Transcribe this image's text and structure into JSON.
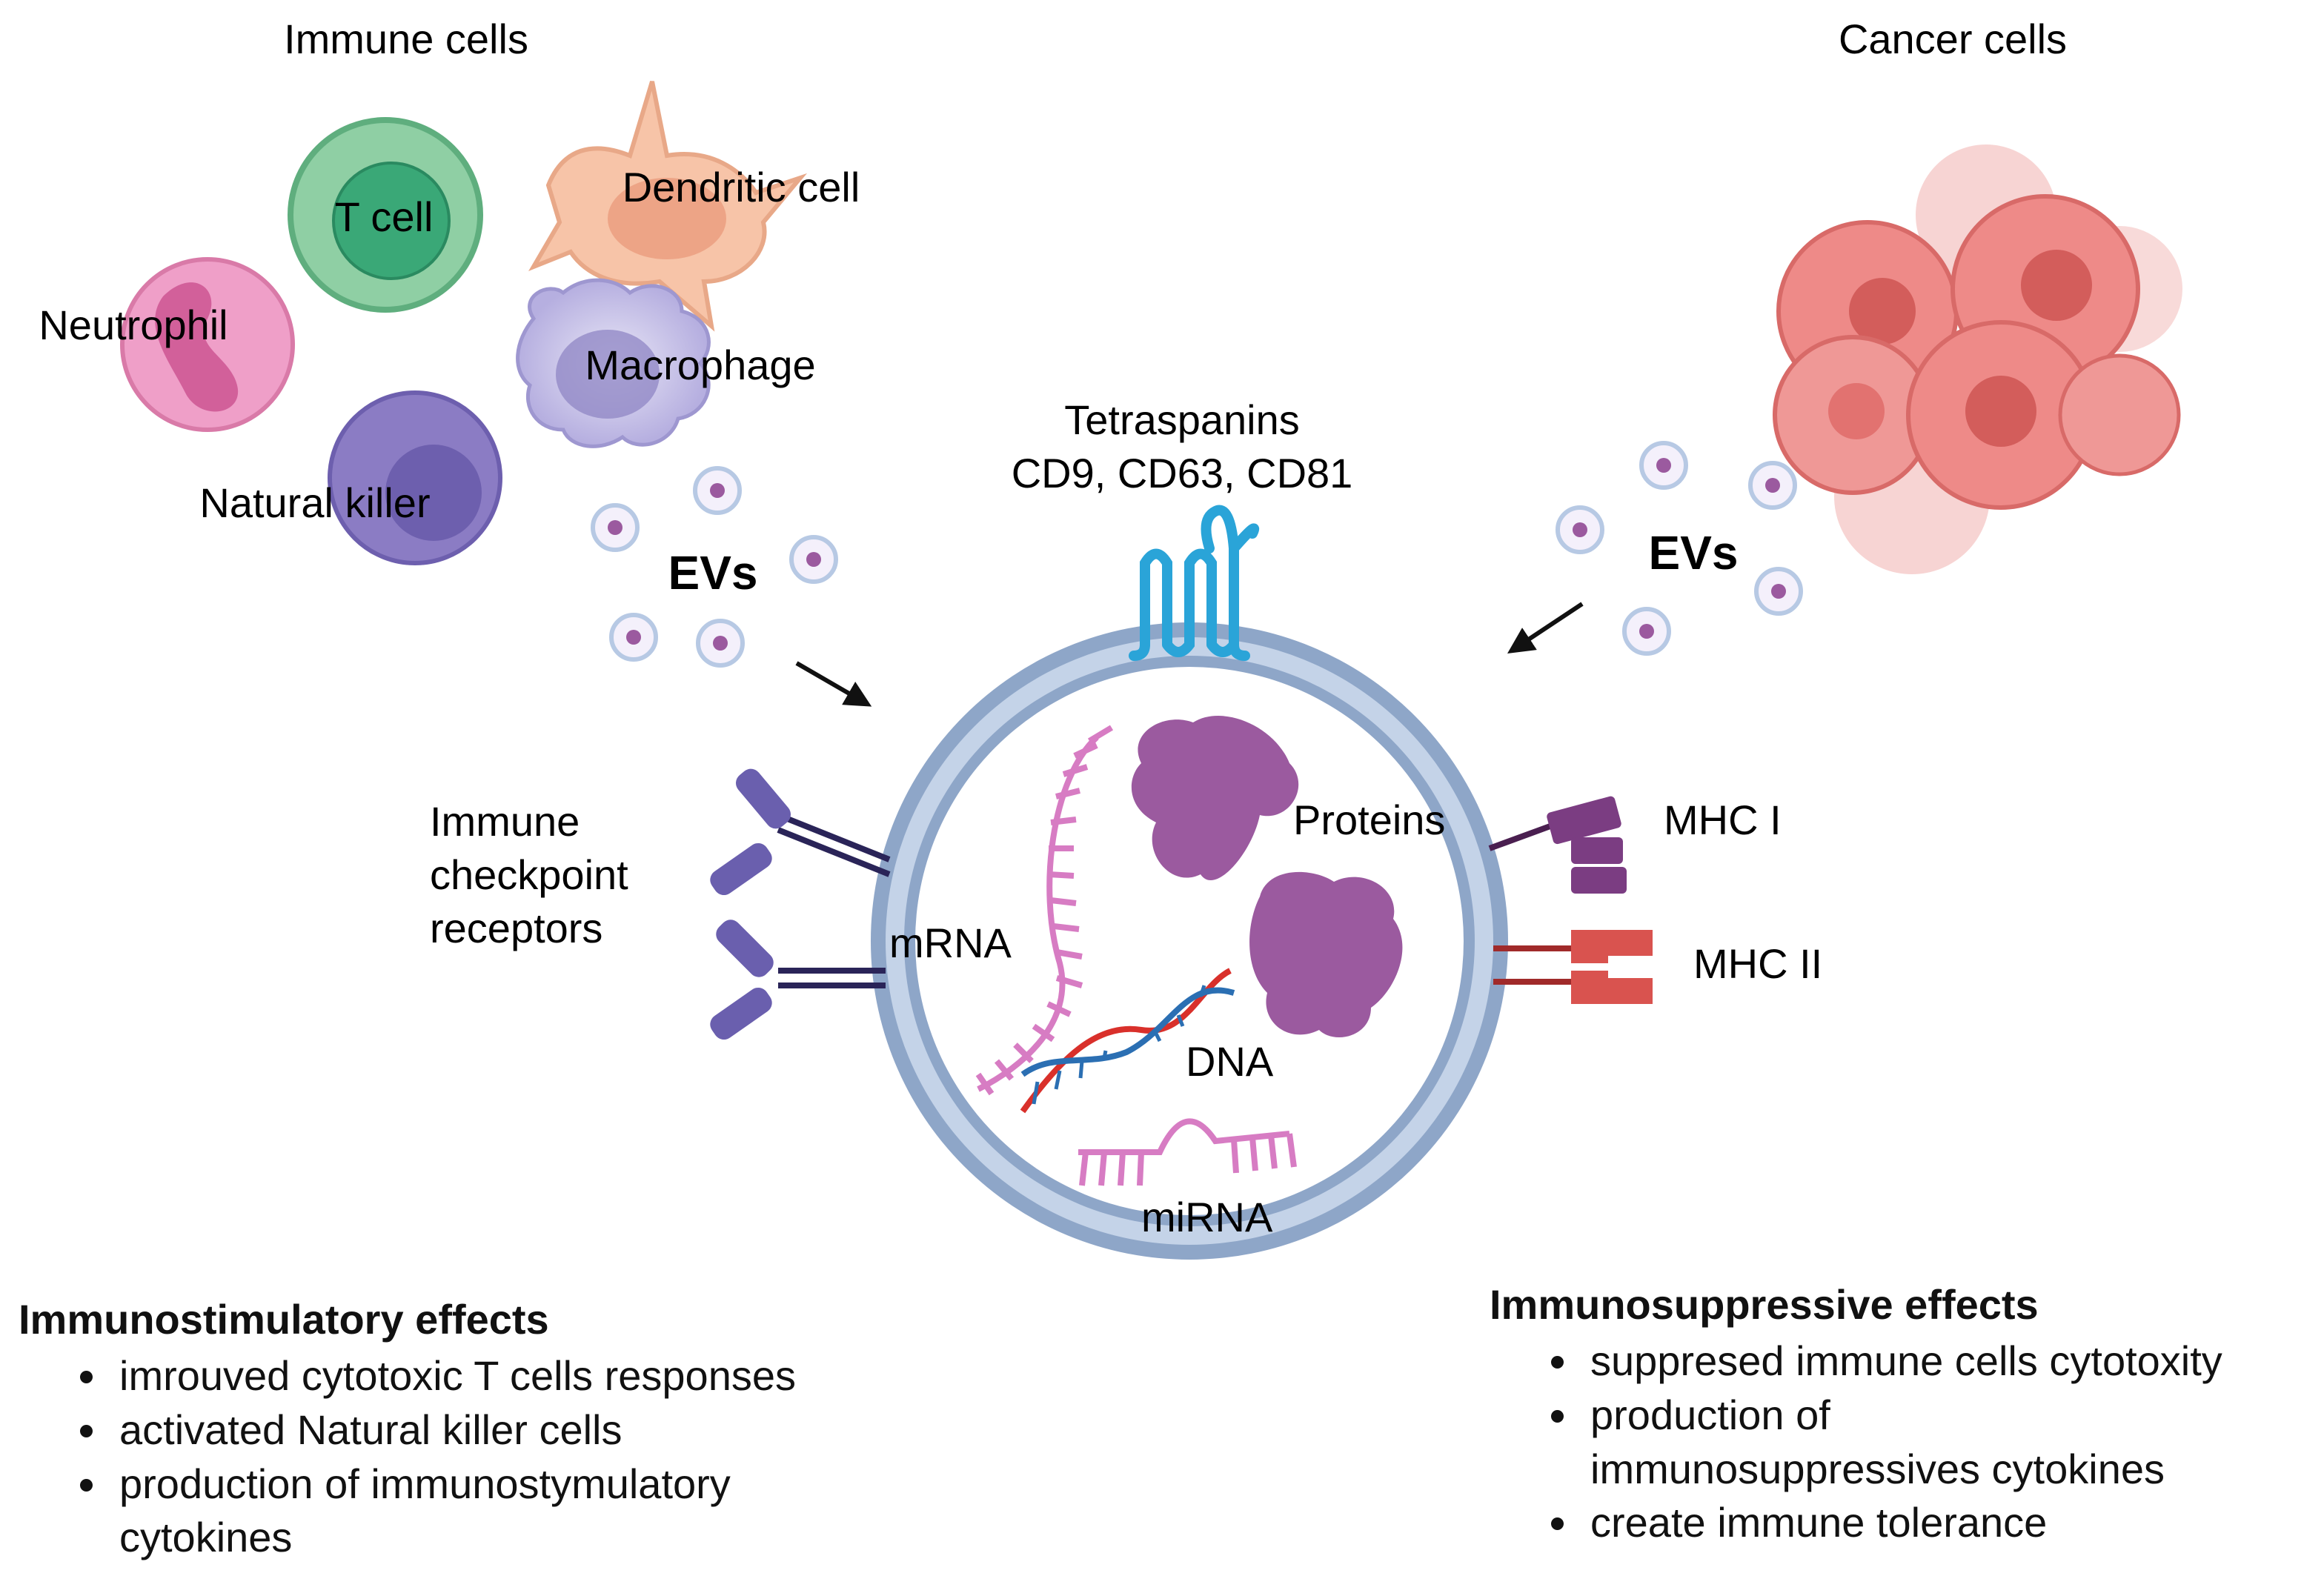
{
  "labels": {
    "immune_cells": "Immune cells",
    "cancer_cells": "Cancer cells",
    "t_cell": "T cell",
    "dendritic_cell": "Dendritic cell",
    "neutrophil": "Neutrophil",
    "macrophage": "Macrophage",
    "natural_killer": "Natural killer",
    "evs_left": "EVs",
    "evs_right": "EVs",
    "tetraspanins": "Tetraspanins",
    "tetraspanin_members": "CD9, CD63, CD81",
    "checkpoint_line1": "Immune",
    "checkpoint_line2": "checkpoint",
    "checkpoint_line3": "receptors",
    "mhc_1": "MHC I",
    "mhc_2": "MHC II",
    "mrna": "mRNA",
    "proteins": "Proteins",
    "dna": "DNA",
    "mirna": "miRNA"
  },
  "immunostimulatory": {
    "title": "Immunostimulatory effects",
    "items": [
      "imrouved cytotoxic T cells responses",
      "activated Natural killer cells",
      "production of immunostymulatory",
      "cytokines"
    ]
  },
  "immunosuppressive": {
    "title": "Immunosuppressive effects",
    "items": [
      "suppresed immune cells cytotoxity",
      "production of",
      "immunosuppressives cytokines",
      "create immune tolerance"
    ]
  },
  "colors": {
    "vesicle_membrane": "#8ea6c8",
    "vesicle_lumen": "#c4d3e8",
    "t_cell": "#8fcfa4",
    "t_cell_nucleus": "#3aa877",
    "neutrophil": "#ef9fc8",
    "dendritic": "#f7c4a8",
    "macrophage": "#c8c3e8",
    "natural_killer": "#8b7cc4",
    "cancer": "#ee8a88",
    "checkpoint": "#6a5fae",
    "mhc1": "#7b3d82",
    "mhc2": "#d9534f",
    "tetraspanin": "#2aa4d8",
    "protein": "#9b5a9f",
    "rna": "#d77cc3",
    "dna_red": "#d9302b",
    "dna_blue": "#2b6fb3"
  }
}
